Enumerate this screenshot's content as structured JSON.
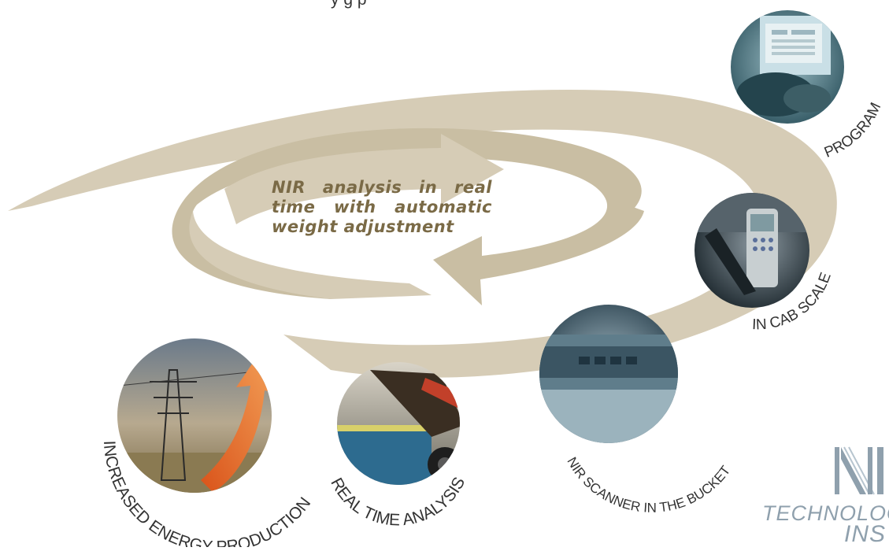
{
  "header": {
    "partial_text": "y           g   p"
  },
  "center": {
    "text": "NIR analysis in real time with automatic weight adjustment"
  },
  "steps": [
    {
      "key": "program",
      "label": "PROGRAM"
    },
    {
      "key": "cab",
      "label": "IN CAB SCALE"
    },
    {
      "key": "scanner",
      "label": "NIR SCANNER IN THE BUCKET"
    },
    {
      "key": "analysis",
      "label": "REAL TIME ANALYSIS"
    },
    {
      "key": "energy",
      "label": "INCREASED ENERGY PRODUCTION"
    }
  ],
  "logo": {
    "line1": "TECHNOLOG",
    "line2": "INS"
  },
  "colors": {
    "arrow": "#d6ccb6",
    "arrow_dark": "#c9bea3",
    "label": "#333333",
    "center_text": "#7a6a46",
    "logo": "#8fa0ad"
  }
}
